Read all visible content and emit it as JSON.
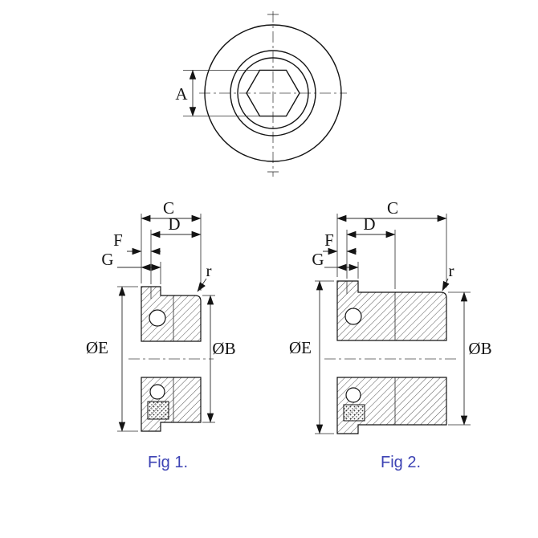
{
  "colors": {
    "caption": "#3d43b4",
    "line": "#141414"
  },
  "front_view": {
    "dim_a": "A"
  },
  "fig1": {
    "caption": "Fig 1.",
    "dims": {
      "c": "C",
      "d": "D",
      "f": "F",
      "g": "G",
      "r": "r",
      "oe": "ØE",
      "ob": "ØB"
    }
  },
  "fig2": {
    "caption": "Fig 2.",
    "dims": {
      "c": "C",
      "d": "D",
      "f": "F",
      "g": "G",
      "r": "r",
      "oe": "ØE",
      "ob": "ØB"
    }
  }
}
